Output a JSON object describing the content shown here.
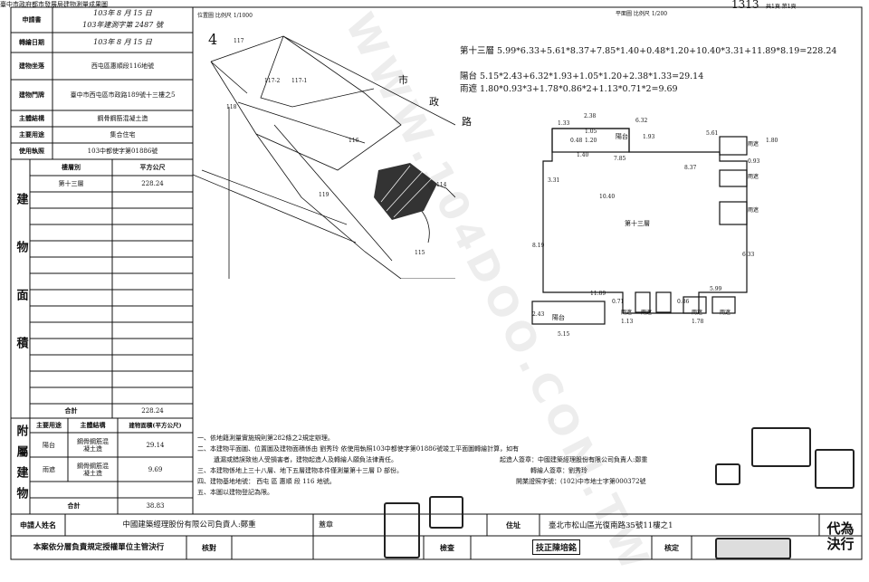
{
  "header": {
    "top_left": "臺中市政府都市發展局建物測量成果圖",
    "top_code": "1313",
    "page_info": "共1頁 第1頁"
  },
  "info": {
    "apply_date_label": "申請書",
    "apply_date_value_1": "103年 8 月 15 日",
    "apply_date_value_2": "103年建測字第 2487 號",
    "transfer_date_label": "轉繪日期",
    "transfer_date_value": "103年 8 月 15 日",
    "location_label": "建物坐落",
    "location_value": "西屯區惠順段116地號",
    "door_label": "建物門牌",
    "door_value": "臺中市西屯區市政路189號十三樓之5",
    "structure_label": "主體結構",
    "structure_value": "鋼骨鋼筋混凝土造",
    "use_label": "主要用途",
    "use_value": "集合住宅",
    "permit_label": "使用執照",
    "permit_value": "103中都使字第01886號"
  },
  "area_table": {
    "section_label": "建物面積",
    "col_floor": "樓層別",
    "col_area": "平方公尺",
    "rows": [
      {
        "floor": "第十三層",
        "area": "228.24"
      }
    ],
    "total_label": "合計",
    "total_value": "228.24"
  },
  "annex_table": {
    "section_label": "附屬建物",
    "col_use": "主要用途",
    "col_structure": "主體結構",
    "col_area": "建物面積(平方公尺)",
    "rows": [
      {
        "use": "陽台",
        "structure": "鋼骨鋼筋混凝土造",
        "area": "29.14"
      },
      {
        "use": "雨遮",
        "structure": "鋼骨鋼筋混凝土造",
        "area": "9.69"
      }
    ],
    "total_label": "合計",
    "total_value": "38.83"
  },
  "location_map": {
    "title": "位置圖 比例尺 1/1000",
    "number": "4",
    "parcels": [
      "117",
      "117-2",
      "117-1",
      "116",
      "118",
      "119",
      "114",
      "115"
    ],
    "road_1": "市",
    "road_2": "政",
    "road_3": "路"
  },
  "floor_plan": {
    "title": "平面圖 比例尺 1/200",
    "formula_1": "第十三層 5.99*6.33+5.61*8.37+7.85*1.40+0.48*1.20+10.40*3.31+11.89*8.19=228.24",
    "formula_2": "陽台 5.15*2.43+6.32*1.93+1.05*1.20+2.38*1.33=29.14",
    "formula_3": "雨遮 1.80*0.93*3+1.78*0.86*2+1.13*0.71*2=9.69",
    "floor_label": "第十三層",
    "balcony_label": "陽台",
    "rain_label": "雨遮",
    "dims": [
      "2.38",
      "6.32",
      "1.33",
      "1.05",
      "0.48",
      "1.93",
      "1.20",
      "5.61",
      "1.80",
      "0.93",
      "1.40",
      "7.85",
      "3.31",
      "8.37",
      "10.40",
      "8.19",
      "6.33",
      "5.99",
      "11.89",
      "0.71",
      "0.86",
      "2.43",
      "5.15",
      "1.13",
      "1.78"
    ]
  },
  "notes": [
    "一、依地籍測量實施規則第282條之2規定辦理。",
    "二、本建物平面圖、位置圖及建物面積係由 劉秀玲 依使用執照103中都使字第01886號竣工平面圖轉繪計算，如有",
    "遺漏或錯誤致他人受損害者，建物起造人及轉繪人願負法律責任。",
    "三、本建物係地上三十八層、地下五層建物本件僅測量第十三層 D 部份。",
    "四、建物基地地號： 西屯 區 惠順 段 116 地號。",
    "五、本圖以建物登記為限。"
  ],
  "signatures": {
    "builder_label": "起造人簽章：中國建築經理股份有限公司負責人:鄭重",
    "drawer_label": "轉繪人簽章：劉秀玲",
    "license_label": "開業證照字號：(102)中市地士字第000372號"
  },
  "footer": {
    "applicant_label": "申請人姓名",
    "applicant_value": "中國建築經理股份有限公司負責人:鄭重",
    "seal_label": "蓋章",
    "address_label": "住址",
    "address_value": "臺北市松山區光復南路35號11樓之1",
    "proxy_label": "代為決行",
    "responsible_label": "本案依分層負責規定授權單位主管決行",
    "check_label": "核對",
    "inspect_label": "檢查",
    "inspector_name": "技正陳培銘",
    "approve_label": "核定"
  },
  "watermark": "WWW.104DOO.COM.TW"
}
